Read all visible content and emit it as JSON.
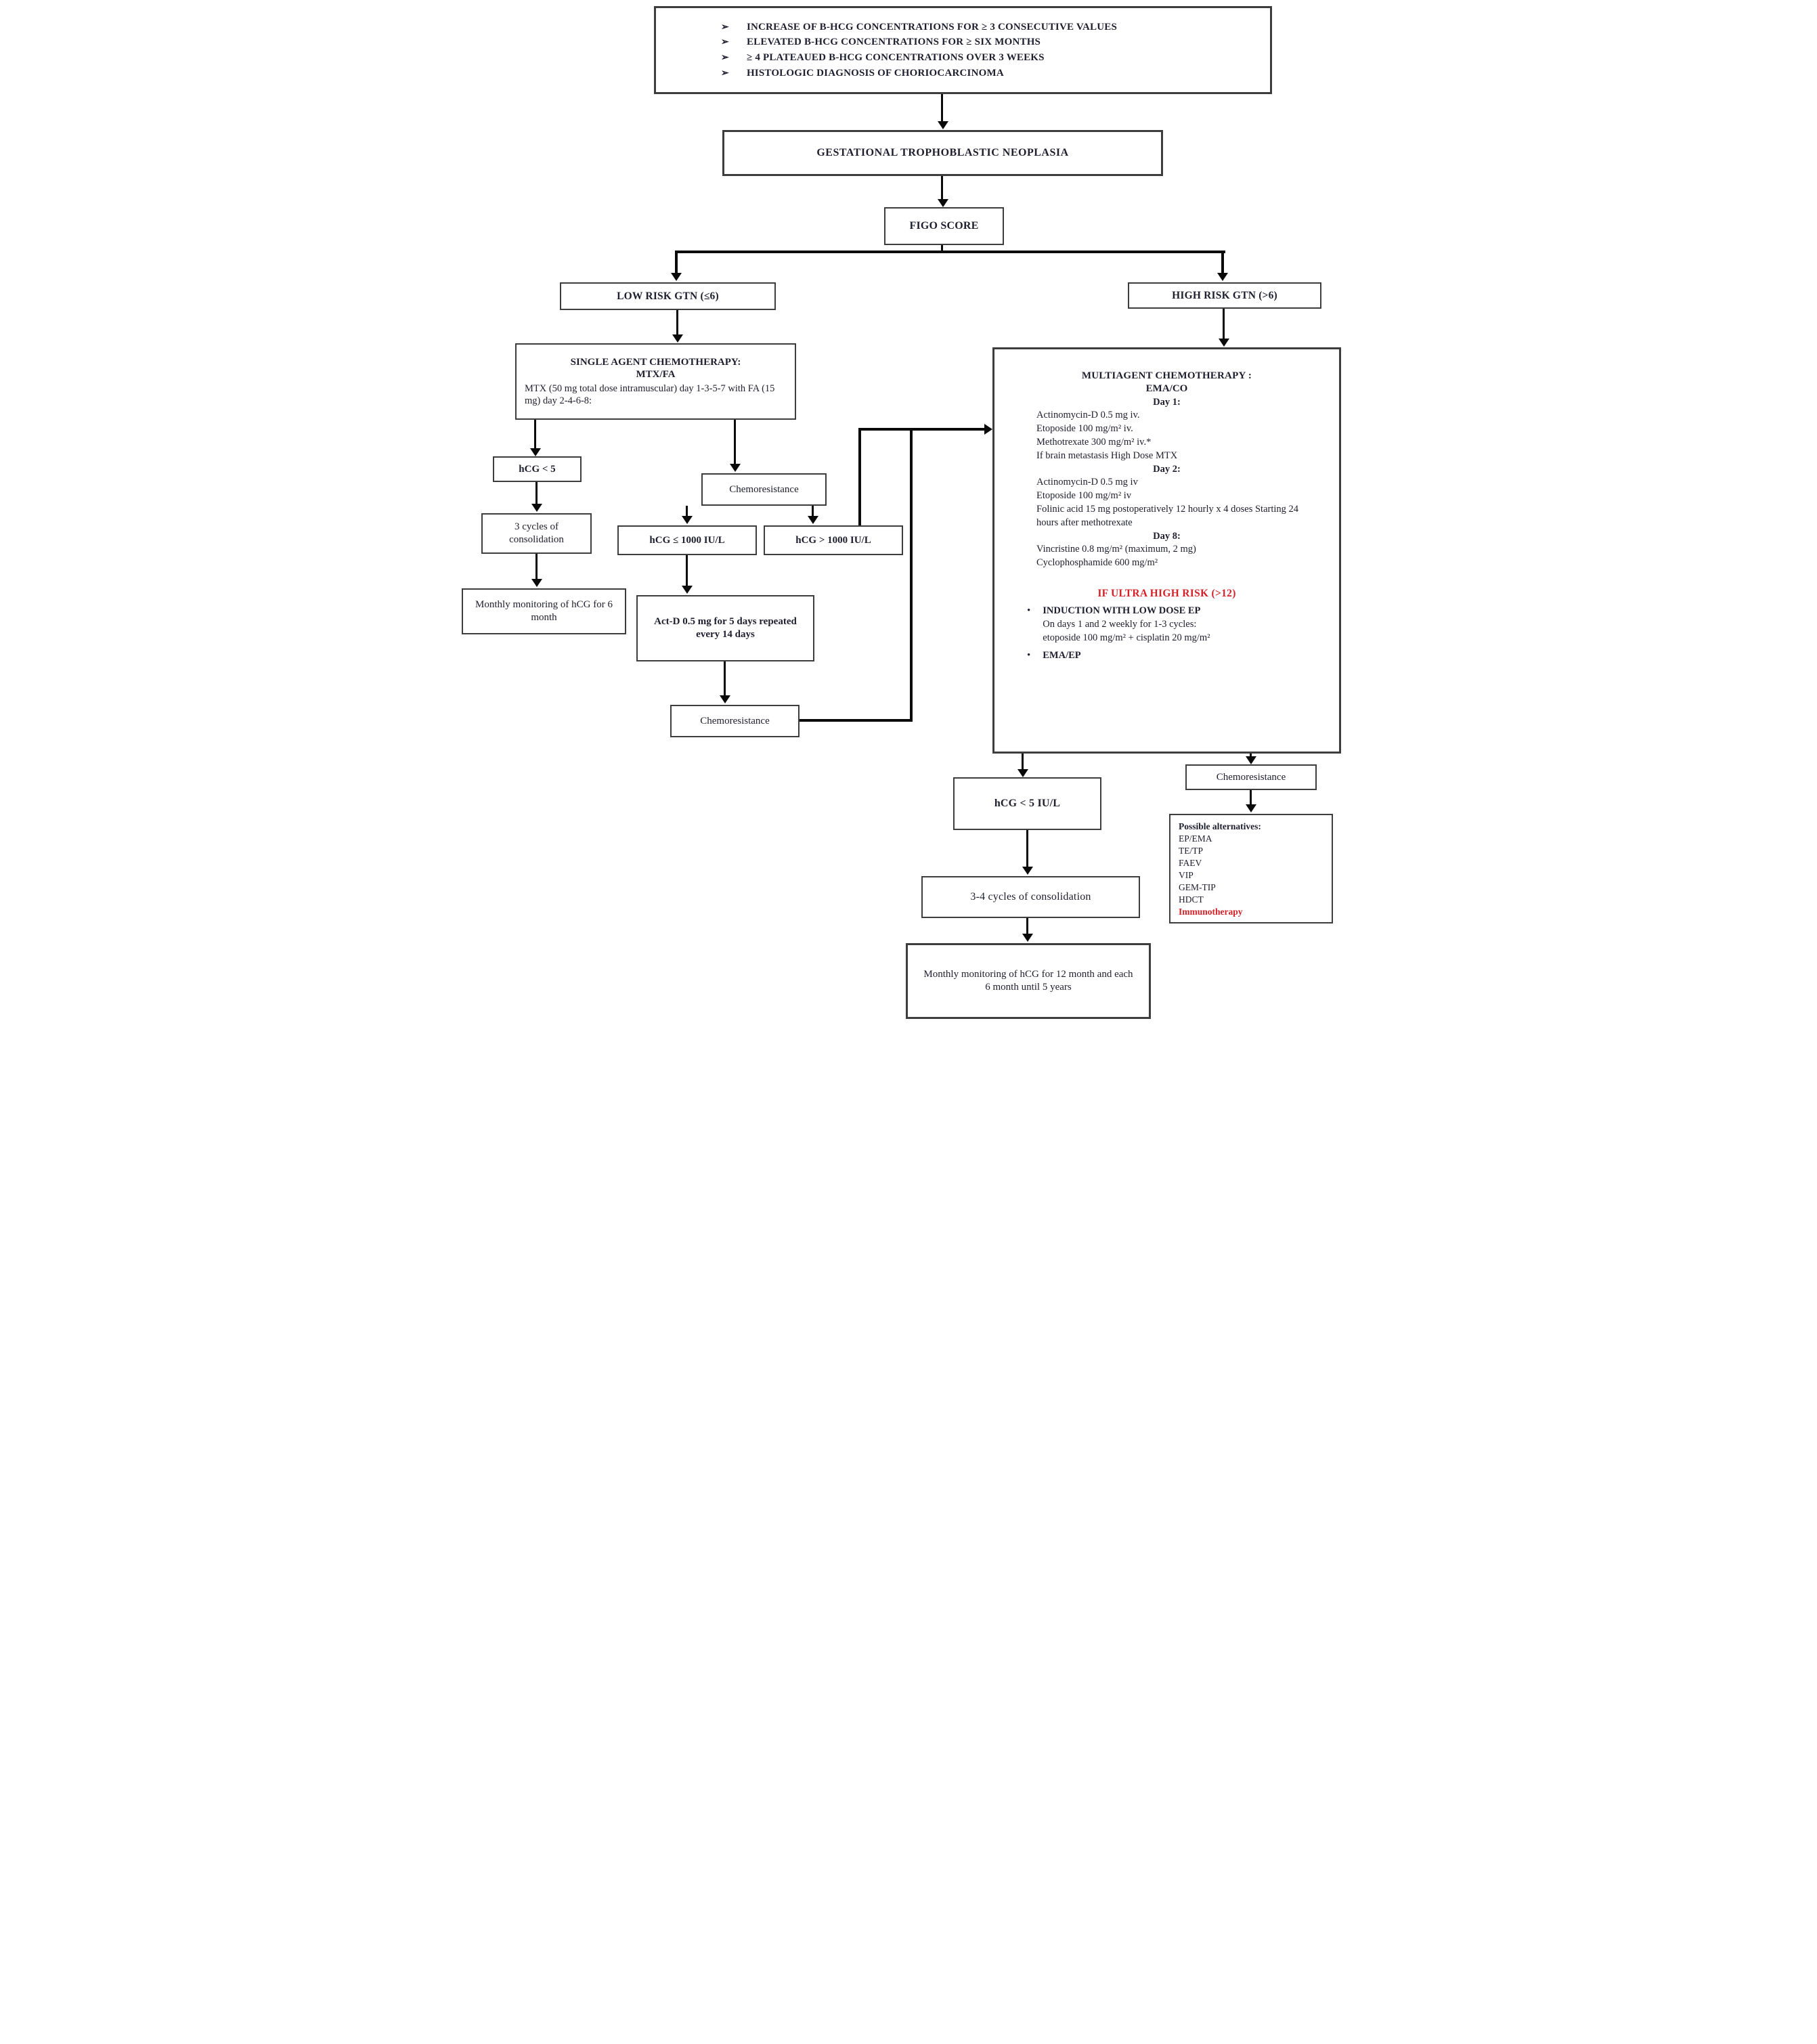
{
  "palette": {
    "red": "#d42127",
    "ink": "#1e1e2e",
    "line": "#0a0a0a",
    "border": "#3d3d3d"
  },
  "criteria": {
    "bullet_glyph": "➢",
    "items": [
      "INCREASE OF B-HCG CONCENTRATIONS FOR ≥ 3 CONSECUTIVE VALUES",
      "ELEVATED B-HCG CONCENTRATIONS FOR ≥ SIX MONTHS",
      "≥ 4 PLATEAUED B-HCG CONCENTRATIONS OVER 3 WEEKS",
      "HISTOLOGIC DIAGNOSIS OF CHORIOCARCINOMA"
    ]
  },
  "nodes": {
    "gtn": "GESTATIONAL TROPHOBLASTIC NEOPLASIA",
    "figo": "FIGO SCORE",
    "low_risk": "LOW RISK GTN (≤6)",
    "high_risk": "HIGH RISK GTN (>6)",
    "single_agent": {
      "title1": "SINGLE AGENT CHEMOTHERAPY:",
      "title2": "MTX/FA",
      "body": "MTX (50 mg total dose intramuscular) day 1-3-5-7 with FA (15 mg) day 2-4-6-8:"
    },
    "hcg_lt5": "hCG < 5",
    "chemoresistance": "Chemoresistance",
    "three_cycles": "3 cycles of consolidation",
    "monthly6": "Monthly monitoring of hCG for 6 month",
    "hcg_le1000": "hCG ≤ 1000 IU/L",
    "hcg_gt1000": "hCG > 1000 IU/L",
    "act_d": "Act-D 0.5 mg for 5 days repeated every 14 days",
    "hcg_lt5_iul": "hCG < 5 IU/L",
    "cycles34": "3-4 cycles of consolidation",
    "monthly12": "Monthly monitoring of hCG for 12 month and each 6 month until 5 years"
  },
  "multiagent": {
    "title": "MULTIAGENT CHEMOTHERAPY :",
    "regimen": "EMA/CO",
    "days": [
      {
        "header": "Day 1:",
        "lines": [
          "Actinomycin-D 0.5 mg iv.",
          "Etoposide 100 mg/m² iv.",
          "Methotrexate 300 mg/m² iv.*",
          "If brain metastasis High Dose MTX"
        ]
      },
      {
        "header": "Day 2:",
        "lines": [
          "Actinomycin-D 0.5 mg iv",
          "Etoposide 100 mg/m² iv",
          "Folinic acid 15 mg postoperatively 12 hourly x 4 doses Starting 24 hours after methotrexate"
        ]
      },
      {
        "header": "Day 8:",
        "lines": [
          "Vincristine 0.8 mg/m² (maximum, 2 mg)",
          "Cyclophosphamide 600 mg/m²"
        ]
      }
    ],
    "ultra_high_risk": {
      "title": "IF ULTRA HIGH RISK (>12)",
      "bullet_glyph": "•",
      "bullets": [
        [
          "INDUCTION WITH LOW DOSE EP",
          "On days 1 and 2 weekly for 1-3 cycles:",
          "etoposide 100 mg/m² +  cisplatin 20 mg/m²"
        ],
        [
          "EMA/EP"
        ]
      ]
    }
  },
  "alternatives": {
    "title": "Possible alternatives:",
    "items": [
      "EP/EMA",
      "TE/TP",
      "FAEV",
      "VIP",
      "GEM-TIP",
      "HDCT"
    ],
    "highlight": "Immunotherapy"
  }
}
